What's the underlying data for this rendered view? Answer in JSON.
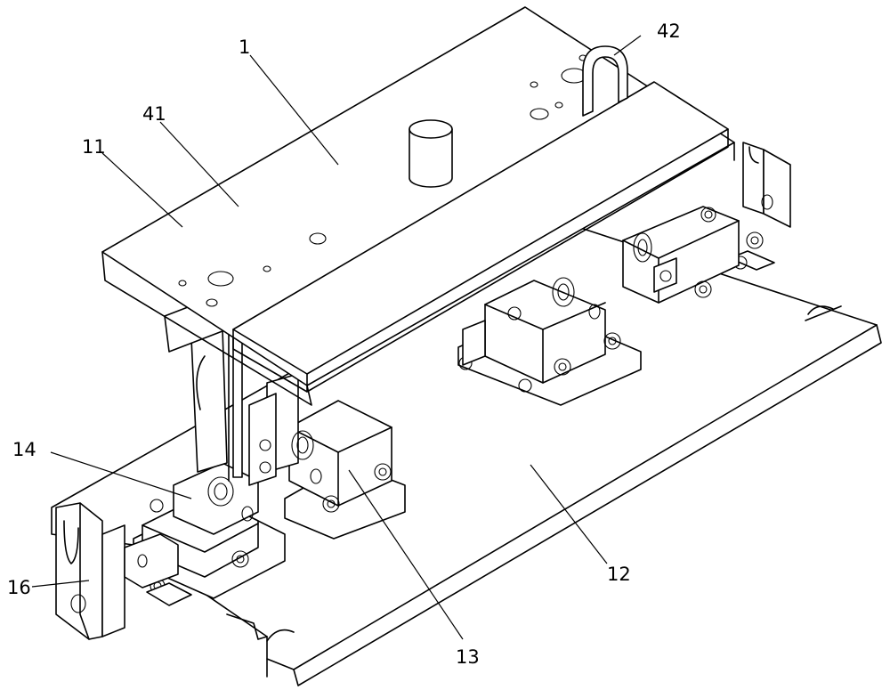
{
  "callouts": {
    "c1": "1",
    "c11": "11",
    "c12": "12",
    "c13": "13",
    "c14": "14",
    "c16": "16",
    "c41": "41",
    "c42": "42"
  },
  "colors": {
    "line": "#000000",
    "background": "#ffffff"
  }
}
